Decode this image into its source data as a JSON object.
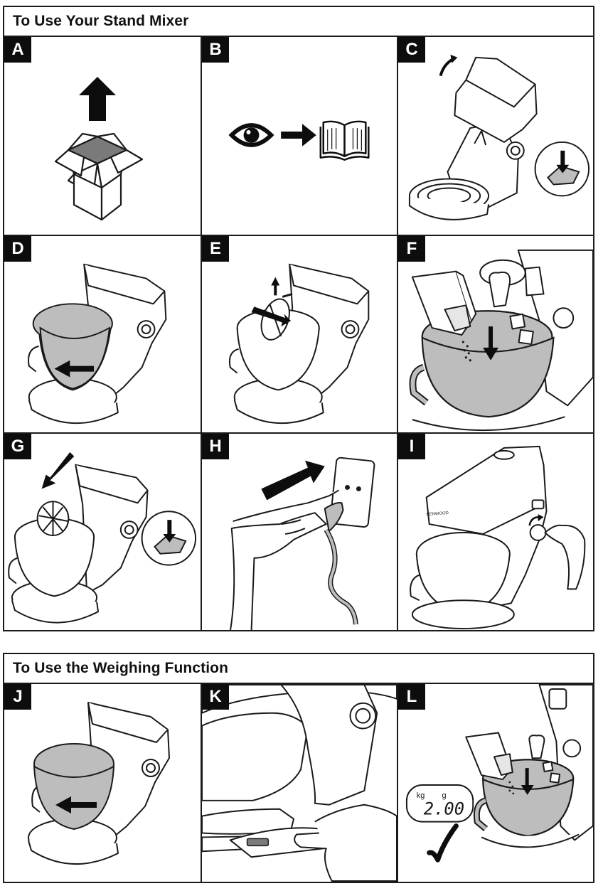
{
  "sections": [
    {
      "title": "To Use Your Stand Mixer",
      "steps": [
        {
          "letter": "A",
          "picture": "lift-out-of-box"
        },
        {
          "letter": "B",
          "picture": "read-manual"
        },
        {
          "letter": "C",
          "picture": "raise-mixer-head"
        },
        {
          "letter": "D",
          "picture": "fit-bowl"
        },
        {
          "letter": "E",
          "picture": "fit-tool"
        },
        {
          "letter": "F",
          "picture": "add-ingredients"
        },
        {
          "letter": "G",
          "picture": "lower-mixer-head"
        },
        {
          "letter": "H",
          "picture": "plug-in"
        },
        {
          "letter": "I",
          "picture": "turn-speed-control"
        }
      ]
    },
    {
      "title": "To Use the Weighing Function",
      "steps": [
        {
          "letter": "J",
          "picture": "fit-bowl"
        },
        {
          "letter": "K",
          "picture": "press-scale-button"
        },
        {
          "letter": "L",
          "picture": "weigh-ingredients"
        }
      ]
    }
  ],
  "brand_mark": "KENWOOD",
  "scale_display": {
    "unit_kg": "kg",
    "unit_g": "g",
    "value": "2.00"
  },
  "colors": {
    "line": "#1a1a1a",
    "fill_grey": "#bdbdbd",
    "dark_grey": "#7a7a7a"
  }
}
